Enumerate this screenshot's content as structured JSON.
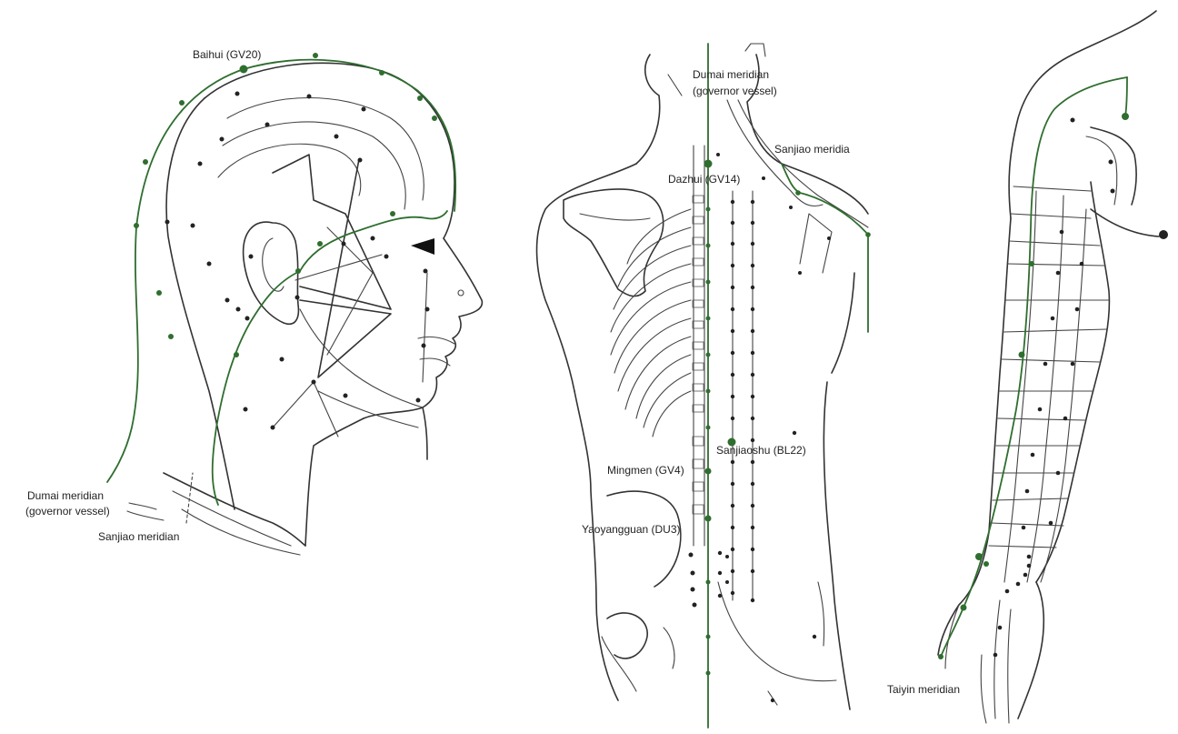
{
  "colors": {
    "meridian": "#2f6e2f",
    "ink": "#333333",
    "background": "#ffffff"
  },
  "head_panel": {
    "label_baihui": "Baihui (GV20)",
    "label_dumai_line1": "Dumai meridian",
    "label_dumai_line2": "(governor vessel)",
    "label_sanjiao": "Sanjiao meridian"
  },
  "back_panel": {
    "label_dumai_line1": "Dumai meridian",
    "label_dumai_line2": "(governor vessel)",
    "label_sanjiao": "Sanjiao meridia",
    "label_dazhui": "Dazhui (GV14)",
    "label_sanjiaoshu": "Sanjiaoshu (BL22)",
    "label_mingmen": "Mingmen (GV4)",
    "label_yaoyangguan": "Yaoyangguan (DU3)"
  },
  "arm_panel": {
    "label_taiyin": "Taiyin meridian"
  }
}
